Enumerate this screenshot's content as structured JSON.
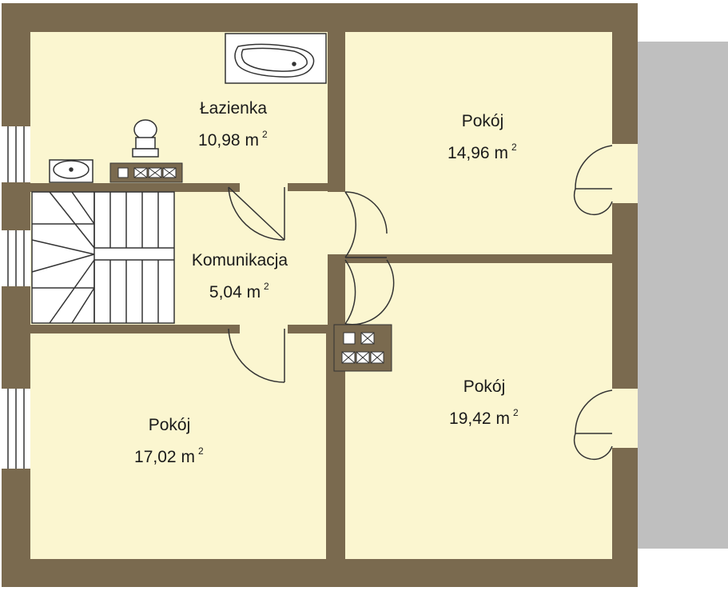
{
  "rooms": [
    {
      "key": "lazienka",
      "name": "Łazienka",
      "area": "10,98",
      "unit": "m",
      "unit_exp": "2"
    },
    {
      "key": "pokoj-ne",
      "name": "Pokój",
      "area": "14,96",
      "unit": "m",
      "unit_exp": "2"
    },
    {
      "key": "komunikacja",
      "name": "Komunikacja",
      "area": "5,04",
      "unit": "m",
      "unit_exp": "2"
    },
    {
      "key": "pokoj-sw",
      "name": "Pokój",
      "area": "17,02",
      "unit": "m",
      "unit_exp": "2"
    },
    {
      "key": "pokoj-se",
      "name": "Pokój",
      "area": "19,42",
      "unit": "m",
      "unit_exp": "2"
    }
  ],
  "colors": {
    "wall": "#7a6a4f",
    "floor": "#fbf6d0",
    "balcony": "#bfbfbf",
    "fixture": "#ffffff",
    "line": "#333333"
  }
}
